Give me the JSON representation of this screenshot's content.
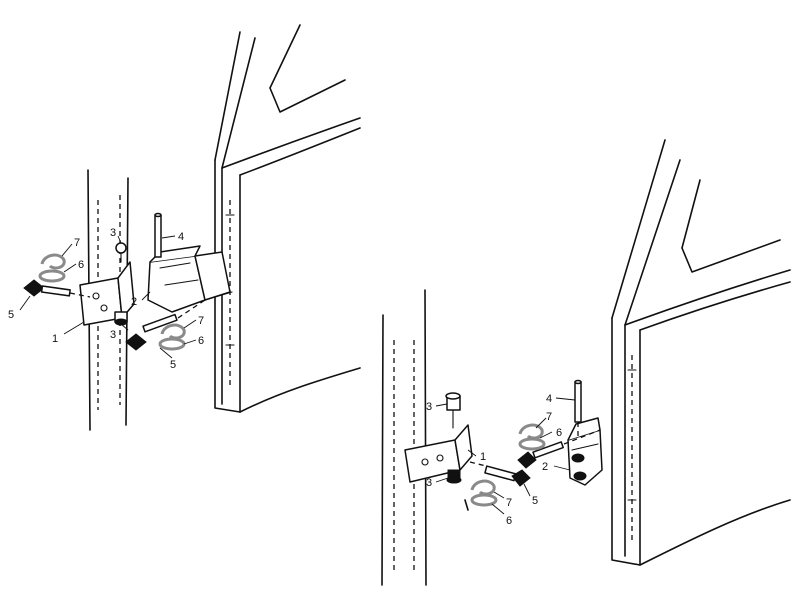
{
  "diagram": {
    "left_assembly": {
      "callouts": [
        "1",
        "2",
        "3",
        "3",
        "4",
        "5",
        "5",
        "6",
        "6",
        "7",
        "7"
      ]
    },
    "right_assembly": {
      "callouts": [
        "1",
        "2",
        "3",
        "3",
        "4",
        "5",
        "6",
        "6",
        "7",
        "7"
      ]
    }
  }
}
